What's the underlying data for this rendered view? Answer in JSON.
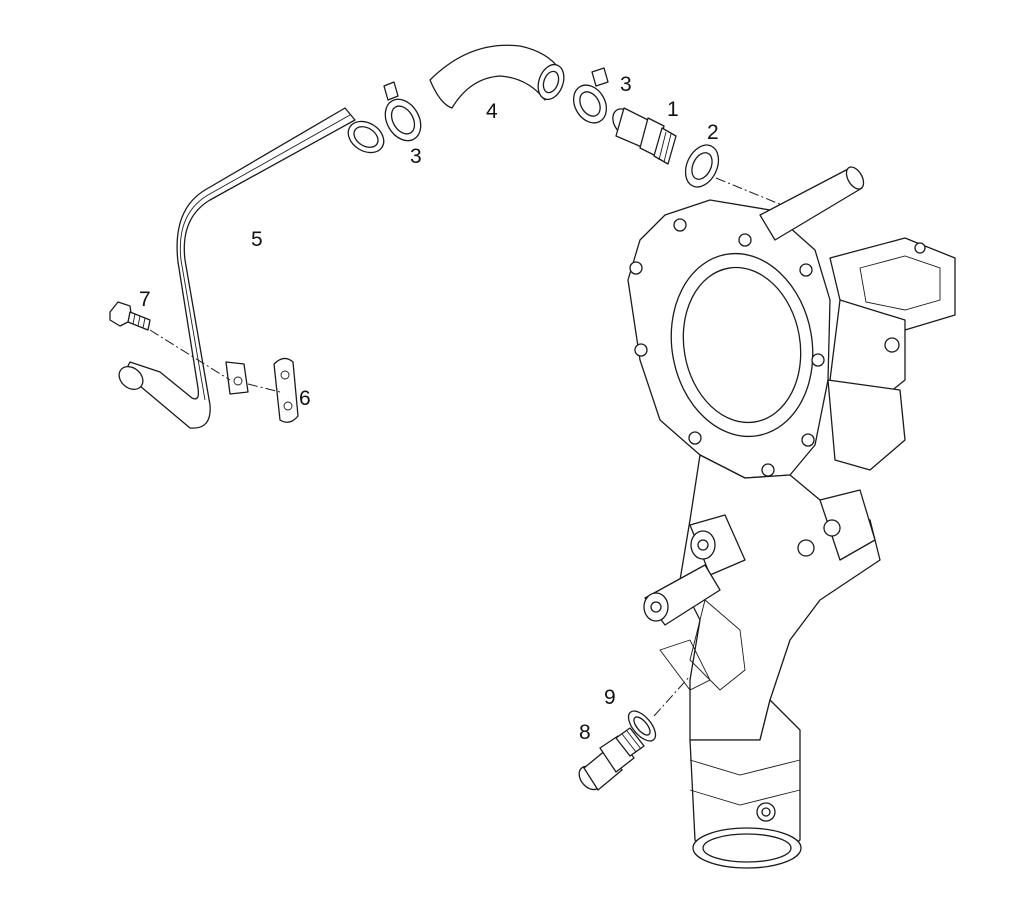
{
  "callouts": {
    "c1": "1",
    "c2": "2",
    "c3a": "3",
    "c3b": "3",
    "c4": "4",
    "c5": "5",
    "c6": "6",
    "c7": "7",
    "c8": "8",
    "c9": "9"
  },
  "colors": {
    "line": "#1a1a1a",
    "background": "#ffffff"
  }
}
